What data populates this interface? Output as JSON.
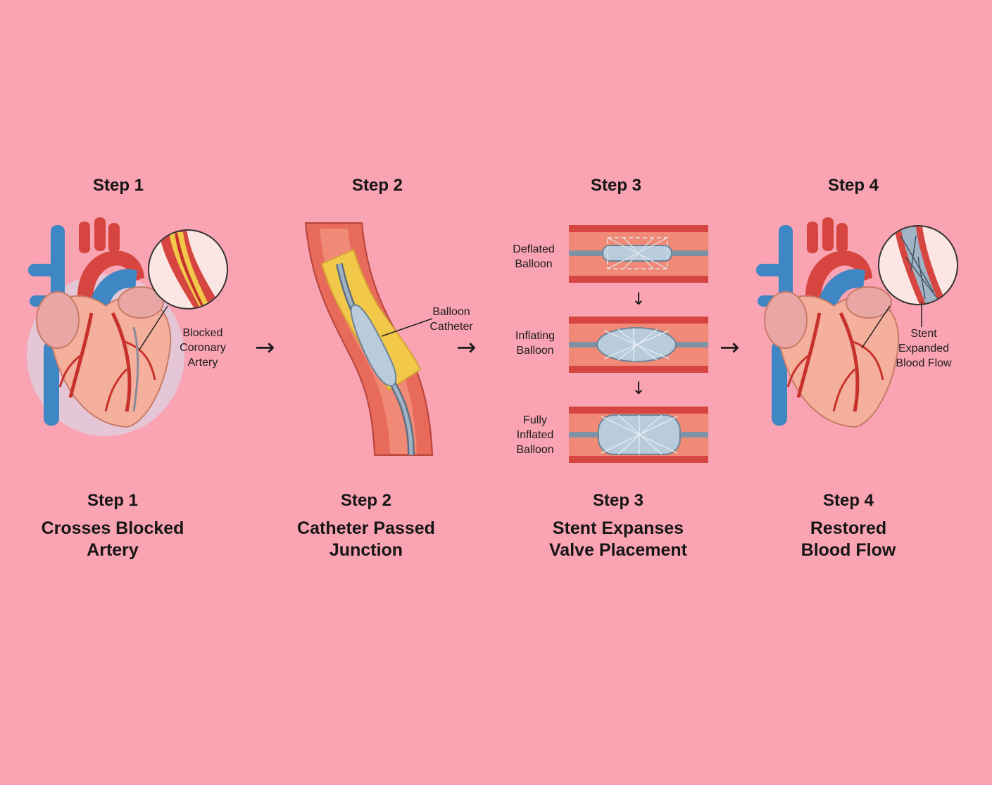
{
  "steps": [
    {
      "title": "Step 1",
      "caption_step": "Step 1",
      "caption_lines": [
        "Crosses Blocked",
        "Artery"
      ],
      "label_lines": [
        "Blocked",
        "Coronary",
        "Artery"
      ]
    },
    {
      "title": "Step 2",
      "caption_step": "Step 2",
      "caption_lines": [
        "Catheter Passed",
        "Junction"
      ],
      "label_lines": [
        "Balloon",
        "Catheter"
      ]
    },
    {
      "title": "Step 3",
      "caption_step": "Step 3",
      "caption_lines": [
        "Stent Expanses",
        "Valve Placement"
      ],
      "stages": [
        {
          "label_lines": [
            "Deflated",
            "Balloon"
          ]
        },
        {
          "label_lines": [
            "Inflating",
            "Balloon"
          ]
        },
        {
          "label_lines": [
            "Fully",
            "Inflated",
            "Balloon"
          ]
        }
      ]
    },
    {
      "title": "Step 4",
      "caption_step": "Step 4",
      "caption_lines": [
        "Restored",
        "Blood Flow"
      ],
      "label_lines": [
        "Stent",
        "Expanded",
        "Blood Flow"
      ]
    }
  ],
  "flow_arrow": "→",
  "down_arrow": "↓",
  "colors": {
    "background": "#f9a3b3",
    "artery_red": "#d6453f",
    "vein_blue": "#3f86c4",
    "plaque_yellow": "#f2c84b",
    "heart_tissue": "#f4b09c",
    "stent_steel": "#a9c3d6"
  }
}
